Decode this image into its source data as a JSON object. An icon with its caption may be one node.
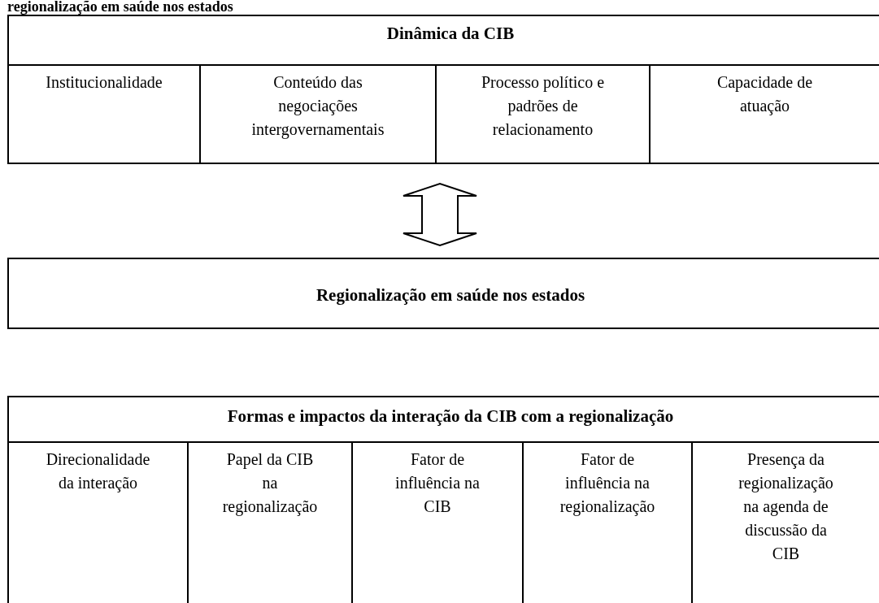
{
  "diagram": {
    "nodes": [
      {
        "text": [
          "Dinâmica da CIB"
        ]
      },
      {
        "text": [
          "Institucionalidade"
        ],
        "in": 0
      },
      {
        "text": [
          "Conteúdo das negociações intergovernamentais"
        ],
        "in": 0
      },
      {
        "text": [
          "Processo político e padrões de relacionamento"
        ],
        "in": 0
      },
      {
        "text": [
          "Capacidade de atuação"
        ],
        "in": 0
      },
      {
        "text": [
          "Regionalização em saúde nos estados"
        ]
      },
      {
        "text": [
          "Formas e impactos da interação da CIB com a regionalização"
        ]
      },
      {
        "text": [
          "Direcionalidade da interação"
        ],
        "in": 6
      },
      {
        "text": [
          "Papel da CIB na regionalização"
        ],
        "in": 6
      },
      {
        "text": [
          "Fator de influência na CIB"
        ],
        "in": 6
      },
      {
        "text": [
          "Fator de influência na regionalização"
        ],
        "in": 6
      },
      {
        "text": [
          "Presença da regionalização na agenda de discussão da CIB"
        ],
        "in": 6
      }
    ],
    "edges": [
      {
        "from": 0,
        "to": 5,
        "arrow": "both"
      }
    ],
    "labels": [
      "regionalização em saúde nos estados"
    ]
  }
}
